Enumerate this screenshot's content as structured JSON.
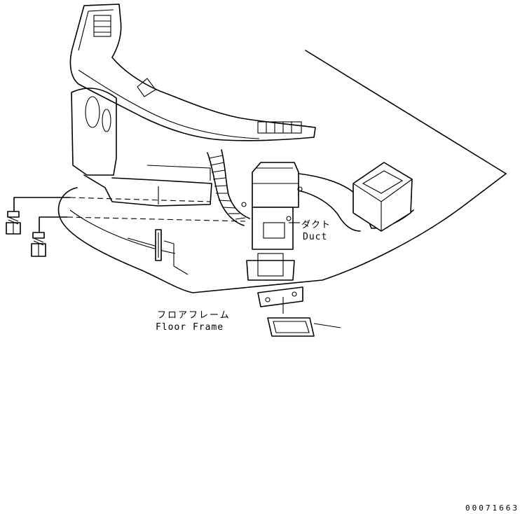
{
  "labels": {
    "duct_jp": "ダクト",
    "duct_en": "Duct",
    "floor_frame_jp": "フロアフレーム",
    "floor_frame_en": "Floor Frame",
    "document_number": "00071663"
  },
  "colors": {
    "line": "#000000",
    "background": "#ffffff"
  }
}
